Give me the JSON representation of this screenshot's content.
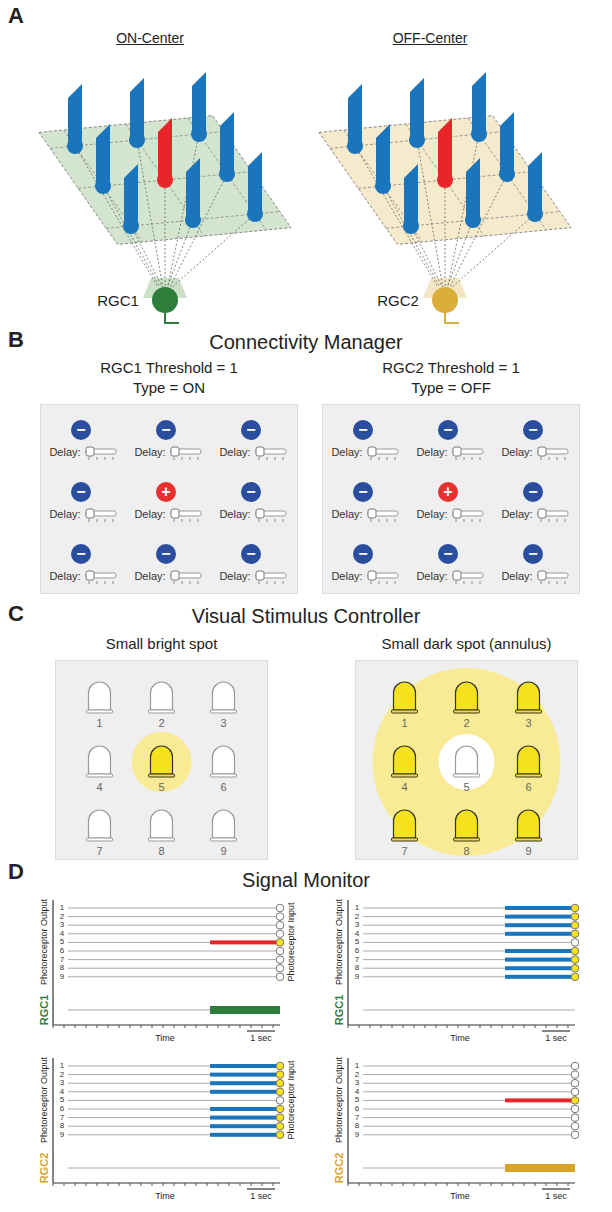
{
  "diagram": {
    "nodes": [
      {
        "text": [
          "RGC1 Threshold = 1",
          "Type = ON"
        ]
      },
      {
        "text": [
          "−"
        ],
        "in": 0
      },
      {
        "text": [
          "−"
        ],
        "in": 0
      },
      {
        "text": [
          "−"
        ],
        "in": 0
      },
      {
        "text": [
          "−"
        ],
        "in": 0
      },
      {
        "text": [
          "+"
        ],
        "in": 0
      },
      {
        "text": [
          "−"
        ],
        "in": 0
      },
      {
        "text": [
          "−"
        ],
        "in": 0
      },
      {
        "text": [
          "−"
        ],
        "in": 0
      },
      {
        "text": [
          "−"
        ],
        "in": 0
      },
      {
        "text": [
          "RGC2 Threshold = 1",
          "Type = OFF"
        ]
      },
      {
        "text": [
          "−"
        ],
        "in": 10
      },
      {
        "text": [
          "−"
        ],
        "in": 10
      },
      {
        "text": [
          "−"
        ],
        "in": 10
      },
      {
        "text": [
          "−"
        ],
        "in": 10
      },
      {
        "text": [
          "+"
        ],
        "in": 10
      },
      {
        "text": [
          "−"
        ],
        "in": 10
      },
      {
        "text": [
          "−"
        ],
        "in": 10
      },
      {
        "text": [
          "−"
        ],
        "in": 10
      },
      {
        "text": [
          "−"
        ],
        "in": 10
      },
      {
        "text": [
          "Small bright spot"
        ]
      },
      {
        "text": [
          "Small dark spot (annulus)"
        ]
      }
    ],
    "labels": [
      "A",
      "ON-Center",
      "OFF-Center",
      "RGC1",
      "RGC2",
      "B",
      "Connectivity Manager",
      "C",
      "Visual Stimulus Controller",
      "D",
      "Signal Monitor",
      "Delay:",
      "Delay:",
      "Delay:",
      "Delay:",
      "Delay:",
      "Delay:",
      "Delay:",
      "Delay:",
      "Delay:",
      "Delay:",
      "Delay:",
      "Delay:",
      "Delay:",
      "Delay:",
      "Delay:",
      "Delay:",
      "Delay:",
      "Delay:",
      "1",
      "2",
      "3",
      "4",
      "5",
      "6",
      "7",
      "8",
      "9",
      "1",
      "2",
      "3",
      "4",
      "5",
      "6",
      "7",
      "8",
      "9",
      "1",
      "2",
      "3",
      "4",
      "5",
      "6",
      "7",
      "8",
      "9",
      "Photoreceptor Output",
      "Photoreceptor Input",
      "RGC1",
      "Time",
      "1 sec",
      "1",
      "2",
      "3",
      "4",
      "5",
      "6",
      "7",
      "8",
      "9",
      "Photoreceptor Output",
      "RGC1",
      "Time",
      "1 sec",
      "1",
      "2",
      "3",
      "4",
      "5",
      "6",
      "7",
      "8",
      "9",
      "Photoreceptor Output",
      "Photoreceptor Input",
      "RGC2",
      "Time",
      "1 sec",
      "1",
      "2",
      "3",
      "4",
      "5",
      "6",
      "7",
      "8",
      "9",
      "Photoreceptor Output",
      "RGC2",
      "Time",
      "1 sec"
    ]
  }
}
